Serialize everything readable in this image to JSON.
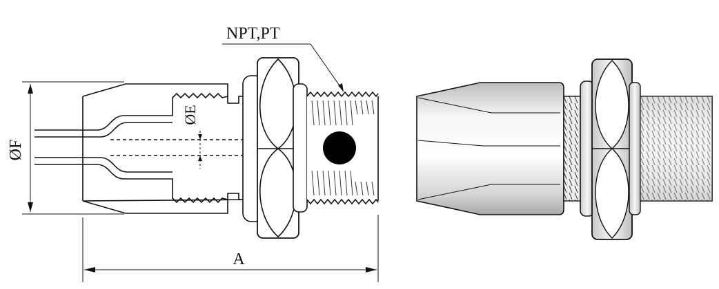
{
  "labels": {
    "thread_callout": "NPT,PT",
    "diameter_outer": "ØF",
    "diameter_inner": "ØE",
    "length": "A"
  },
  "colors": {
    "ink": "#111111",
    "steel_light": "#f4f4f4",
    "steel_mid": "#d9d9d9",
    "steel_dark": "#b5b5b5"
  }
}
